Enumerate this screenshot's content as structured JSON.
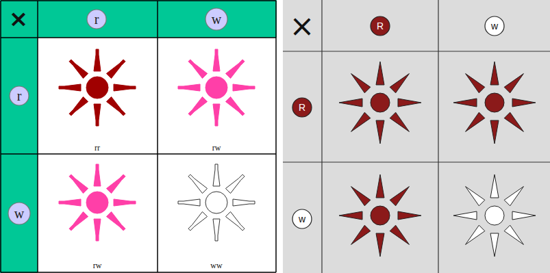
{
  "diagram": {
    "nodes": [
      {
        "text": [
          "r"
        ]
      },
      {
        "text": [
          "w"
        ]
      },
      {
        "text": [
          "r"
        ]
      },
      {
        "text": [
          "w"
        ]
      },
      {
        "text": [
          "R"
        ]
      },
      {
        "text": [
          "w"
        ]
      },
      {
        "text": [
          "R"
        ]
      },
      {
        "text": [
          "w"
        ]
      }
    ],
    "labels": [
      "×",
      "rr",
      "rw",
      "rw",
      "ww",
      "×"
    ]
  }
}
